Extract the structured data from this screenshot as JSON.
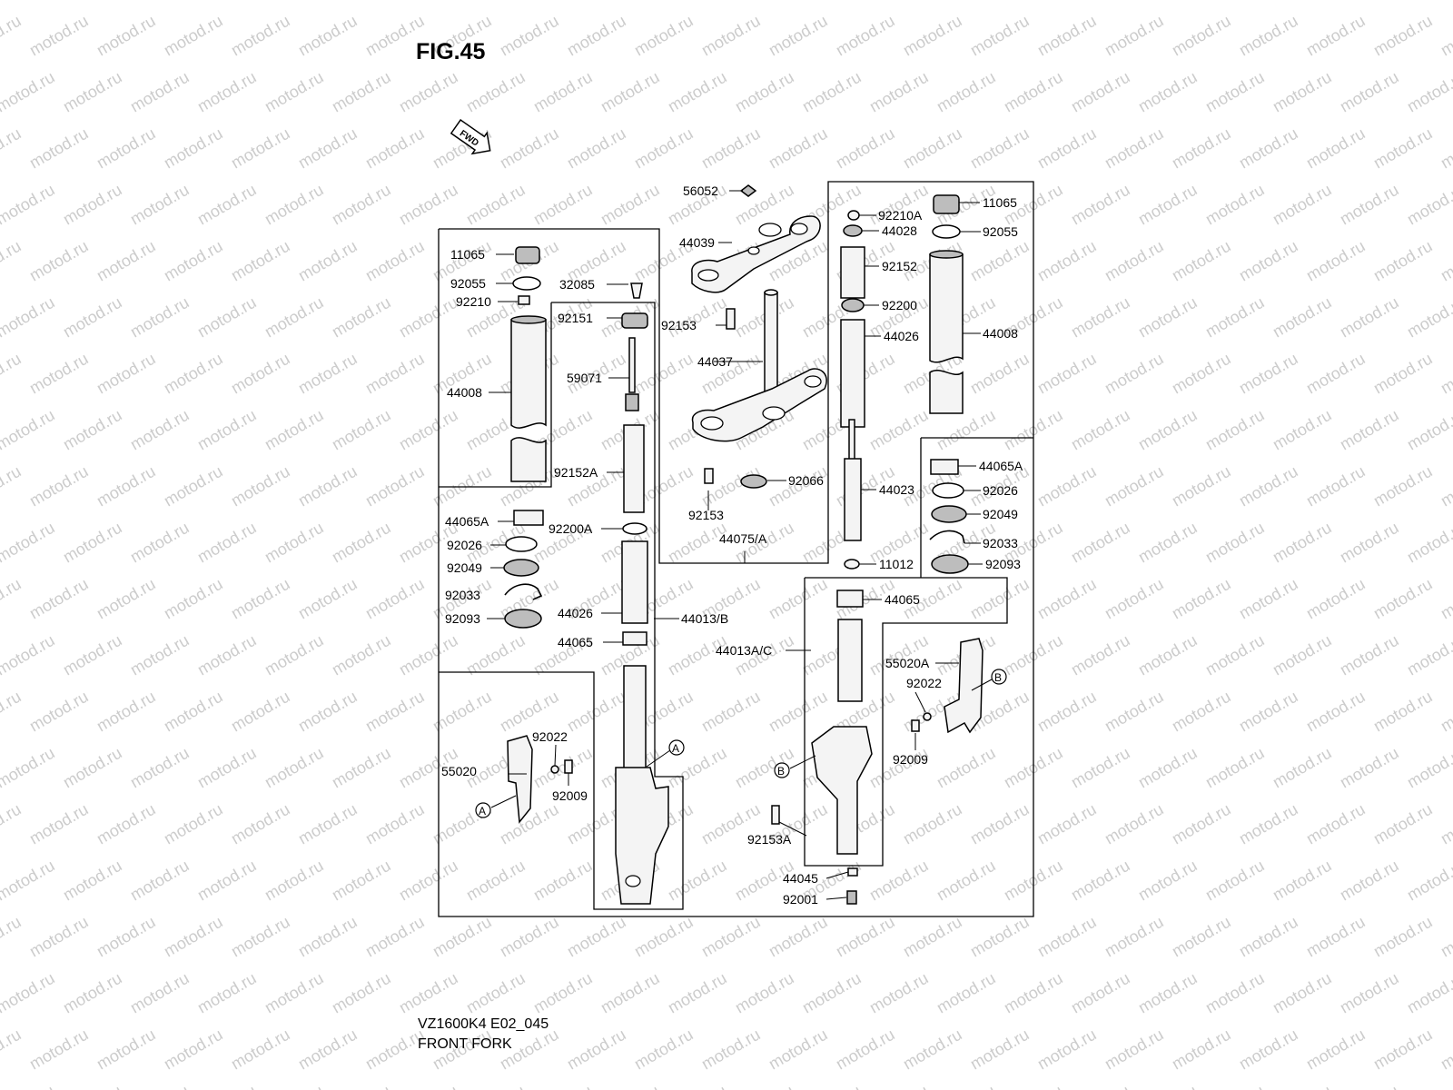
{
  "figure": {
    "title": "FIG.45",
    "fwd_label": "FWD",
    "model_code": "VZ1600K4 E02_045",
    "caption": "FRONT FORK",
    "watermark_text": "motod.ru"
  },
  "part_labels": [
    {
      "id": "56052",
      "text": "56052"
    },
    {
      "id": "44039",
      "text": "44039"
    },
    {
      "id": "92153-top",
      "text": "92153"
    },
    {
      "id": "44037",
      "text": "44037"
    },
    {
      "id": "92153-bottom",
      "text": "92153"
    },
    {
      "id": "92066",
      "text": "92066"
    },
    {
      "id": "44075-A",
      "text": "44075/A"
    },
    {
      "id": "11065-left",
      "text": "11065"
    },
    {
      "id": "92055-left",
      "text": "92055"
    },
    {
      "id": "92210",
      "text": "92210"
    },
    {
      "id": "44008-left",
      "text": "44008"
    },
    {
      "id": "44065A-left",
      "text": "44065A"
    },
    {
      "id": "92026-left",
      "text": "92026"
    },
    {
      "id": "92049-left",
      "text": "92049"
    },
    {
      "id": "92033-left",
      "text": "92033"
    },
    {
      "id": "92093-left",
      "text": "92093"
    },
    {
      "id": "32085",
      "text": "32085"
    },
    {
      "id": "92151",
      "text": "92151"
    },
    {
      "id": "59071",
      "text": "59071"
    },
    {
      "id": "92152A",
      "text": "92152A"
    },
    {
      "id": "92200A",
      "text": "92200A"
    },
    {
      "id": "44026-left",
      "text": "44026"
    },
    {
      "id": "44013-B",
      "text": "44013/B"
    },
    {
      "id": "44065-left",
      "text": "44065"
    },
    {
      "id": "92022-left",
      "text": "92022"
    },
    {
      "id": "55020",
      "text": "55020"
    },
    {
      "id": "92009-left",
      "text": "92009"
    },
    {
      "id": "92210A",
      "text": "92210A"
    },
    {
      "id": "44028",
      "text": "44028"
    },
    {
      "id": "92152",
      "text": "92152"
    },
    {
      "id": "92200",
      "text": "92200"
    },
    {
      "id": "44026-right",
      "text": "44026"
    },
    {
      "id": "44023",
      "text": "44023"
    },
    {
      "id": "11012",
      "text": "11012"
    },
    {
      "id": "44065-right",
      "text": "44065"
    },
    {
      "id": "11065-right",
      "text": "11065"
    },
    {
      "id": "92055-right",
      "text": "92055"
    },
    {
      "id": "44008-right",
      "text": "44008"
    },
    {
      "id": "44065A-right",
      "text": "44065A"
    },
    {
      "id": "92026-right",
      "text": "92026"
    },
    {
      "id": "92049-right",
      "text": "92049"
    },
    {
      "id": "92033-right",
      "text": "92033"
    },
    {
      "id": "92093-right",
      "text": "92093"
    },
    {
      "id": "44013A-C",
      "text": "44013A/C"
    },
    {
      "id": "55020A",
      "text": "55020A"
    },
    {
      "id": "92022-right",
      "text": "92022"
    },
    {
      "id": "92009-right",
      "text": "92009"
    },
    {
      "id": "92153A",
      "text": "92153A"
    },
    {
      "id": "44045",
      "text": "44045"
    },
    {
      "id": "92001",
      "text": "92001"
    }
  ],
  "callouts": [
    {
      "id": "A-left-leg",
      "text": "A"
    },
    {
      "id": "A-left-guard",
      "text": "A"
    },
    {
      "id": "B-right-guard",
      "text": "B"
    },
    {
      "id": "B-right-leg",
      "text": "B"
    }
  ]
}
